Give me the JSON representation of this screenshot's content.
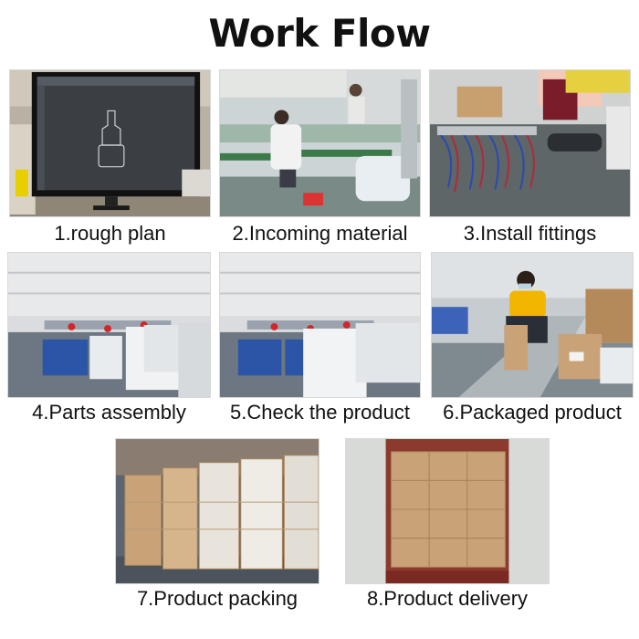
{
  "title": "Work Flow",
  "steps": [
    {
      "caption": "1.rough plan",
      "scene": "computer-monitor-cad"
    },
    {
      "caption": "2.Incoming material",
      "scene": "workers-at-tables"
    },
    {
      "caption": "3.Install fittings",
      "scene": "wired-fittings-on-bench"
    },
    {
      "caption": "4.Parts assembly",
      "scene": "factory-assembly-floor"
    },
    {
      "caption": "5.Check the product",
      "scene": "factory-inspection-floor"
    },
    {
      "caption": "6.Packaged product",
      "scene": "worker-boxing-product"
    },
    {
      "caption": "7.Product packing",
      "scene": "stacked-cartons-warehouse"
    },
    {
      "caption": "8.Product delivery",
      "scene": "loaded-shipping-container"
    }
  ],
  "colors": {
    "carton": "#c9a377",
    "floor": "#5f6a76",
    "wall": "#d7d9dc",
    "worker_shirt": "#f2b500"
  }
}
